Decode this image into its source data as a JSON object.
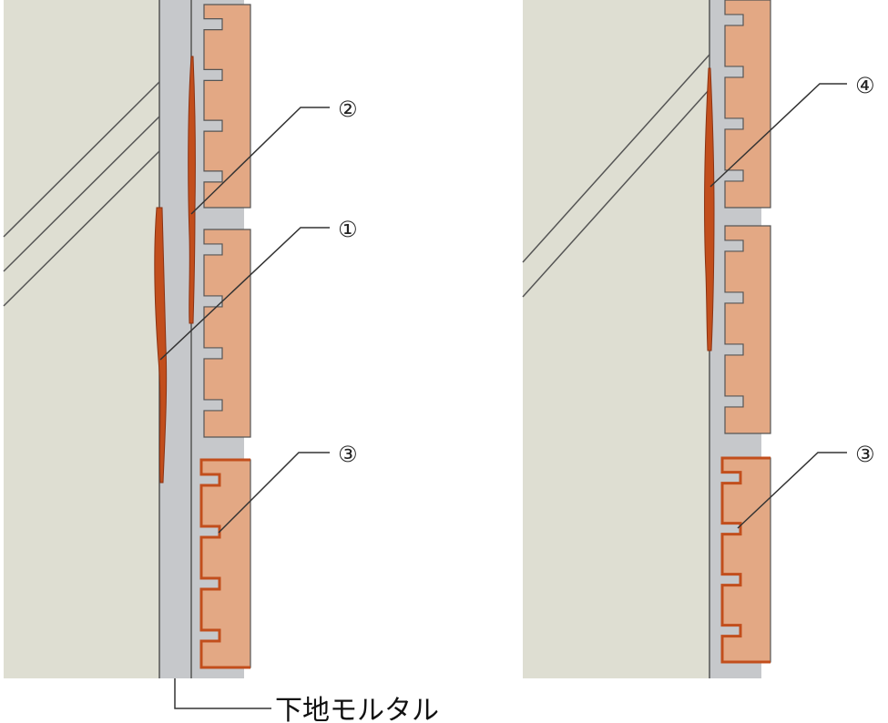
{
  "colors": {
    "concrete": "#DEDED2",
    "mortar": "#C6C8CB",
    "tile": "#E3A884",
    "crack": "#C24E1C",
    "crack_dark": "#8A3212",
    "outline": "#555555",
    "leader": "#333333",
    "background": "#FFFFFF"
  },
  "labels": {
    "left_1": "①",
    "left_2": "②",
    "left_3": "③",
    "right_4": "④",
    "right_3": "③",
    "base_mortar": "下地モルタル"
  }
}
